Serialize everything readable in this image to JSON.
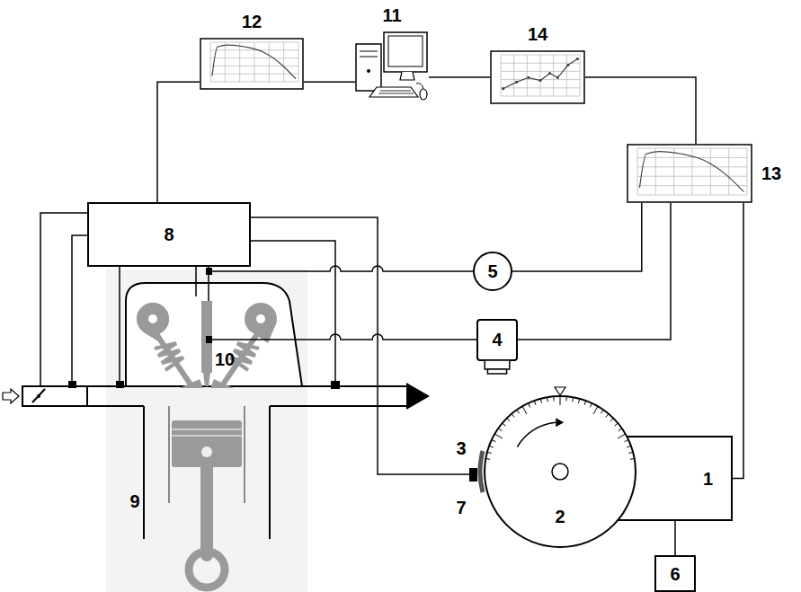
{
  "diagram": {
    "nodes": [
      {
        "text": [
          "12"
        ]
      },
      {
        "text": [
          "11"
        ]
      },
      {
        "text": [
          "14"
        ]
      },
      {
        "text": [
          "13"
        ]
      },
      {
        "text": [
          "8"
        ]
      },
      {
        "text": [
          "5"
        ]
      },
      {
        "text": [
          "4"
        ]
      },
      {
        "text": [
          "1"
        ]
      },
      {
        "text": [
          "2"
        ]
      },
      {
        "text": [
          "6"
        ]
      }
    ],
    "edges": [
      {
        "from": 0,
        "to": 1,
        "arrow": "none"
      },
      {
        "from": 1,
        "to": 2,
        "arrow": "none"
      },
      {
        "from": 2,
        "to": 3,
        "arrow": "none"
      },
      {
        "from": 0,
        "to": 4,
        "arrow": "none"
      },
      {
        "from": 3,
        "to": 5,
        "arrow": "none"
      },
      {
        "from": 3,
        "to": 6,
        "arrow": "none"
      },
      {
        "from": 3,
        "to": 7,
        "arrow": "none"
      },
      {
        "from": 7,
        "to": 9,
        "arrow": "none"
      }
    ],
    "labels": [
      "3",
      "7",
      "9",
      "10"
    ]
  }
}
